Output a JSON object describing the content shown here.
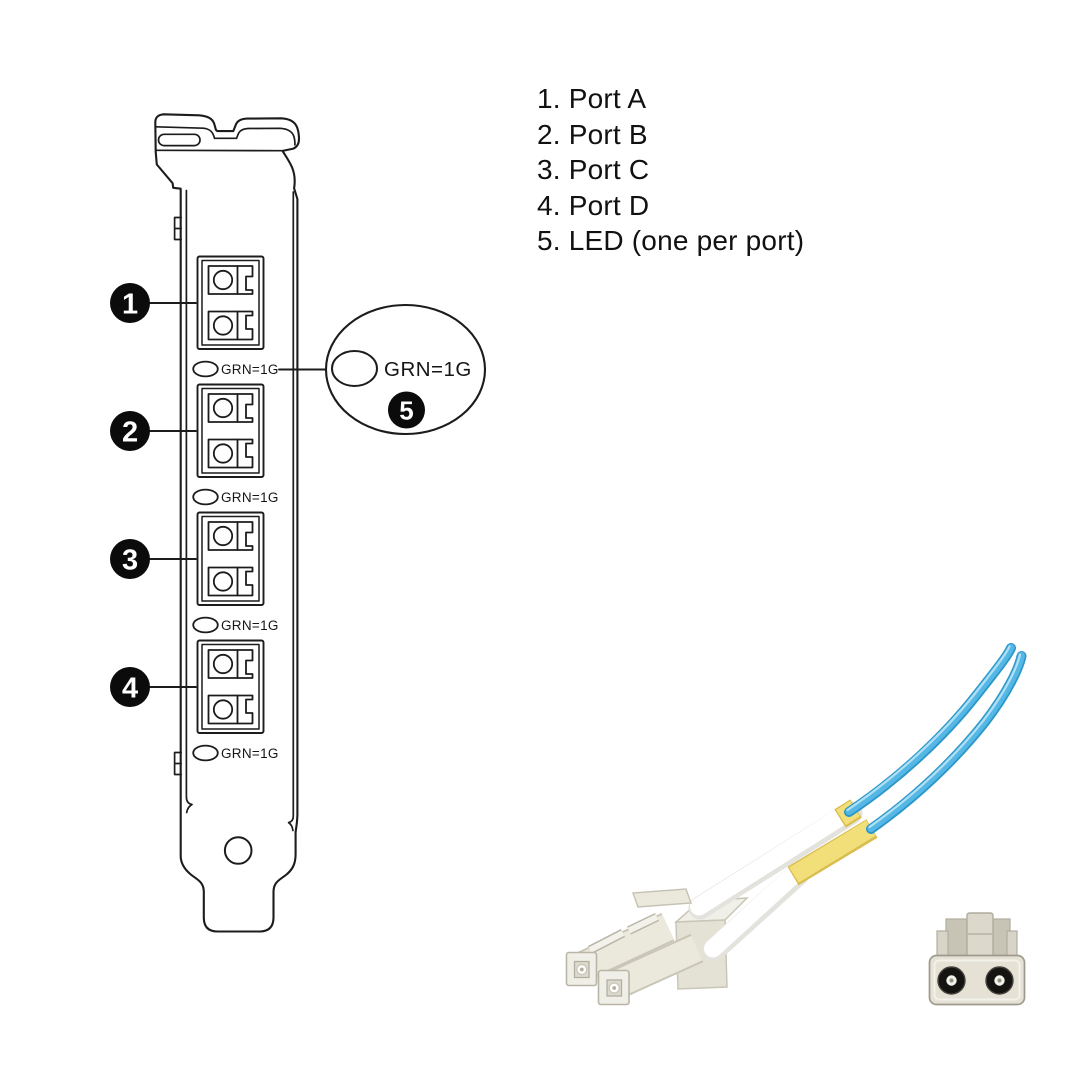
{
  "figure": {
    "type": "network-adapter-bracket-diagram",
    "legend": {
      "items": [
        "1. Port A",
        "2. Port B",
        "3. Port C",
        "4. Port D",
        "5. LED (one per port)"
      ]
    },
    "bracket": {
      "ports": [
        {
          "badge": "1",
          "led_label": "GRN=1G"
        },
        {
          "badge": "2",
          "led_label": "GRN=1G"
        },
        {
          "badge": "3",
          "led_label": "GRN=1G"
        },
        {
          "badge": "4",
          "led_label": "GRN=1G"
        }
      ],
      "callout": {
        "badge": "5",
        "led_label": "GRN=1G"
      }
    },
    "colors": {
      "line_art": "#1c1c1c",
      "cable_blue": "#54b7e5",
      "cable_blue_dark": "#2d97c9",
      "band_yellow": "#f2df79",
      "boot_white": "#ffffff",
      "connector_beige": "#e5e2d5"
    }
  }
}
